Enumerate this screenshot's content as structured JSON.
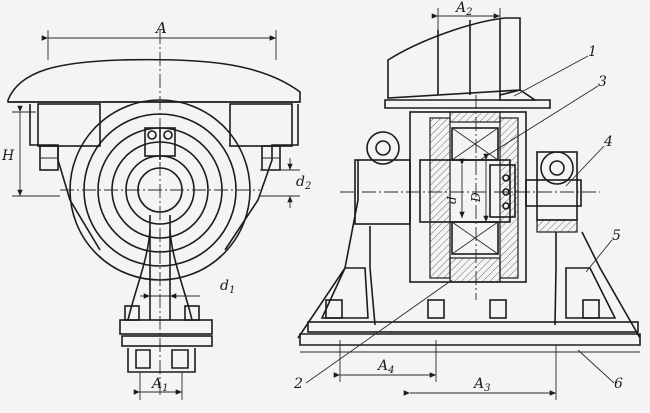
{
  "left_view": {
    "dims": {
      "A": "A",
      "H": "H",
      "d2": "d",
      "d2_sub": "2",
      "d1": "d",
      "d1_sub": "1",
      "A1": "A",
      "A1_sub": "1"
    }
  },
  "right_view": {
    "dims": {
      "A2": "A",
      "A2_sub": "2",
      "A4": "A",
      "A4_sub": "4",
      "A3": "A",
      "A3_sub": "3",
      "d": "d",
      "D": "D"
    },
    "callouts": [
      "1",
      "3",
      "4",
      "5",
      "2",
      "6"
    ]
  },
  "colors": {
    "paper": "#f4f4f4",
    "ink": "#1c1c1c"
  }
}
